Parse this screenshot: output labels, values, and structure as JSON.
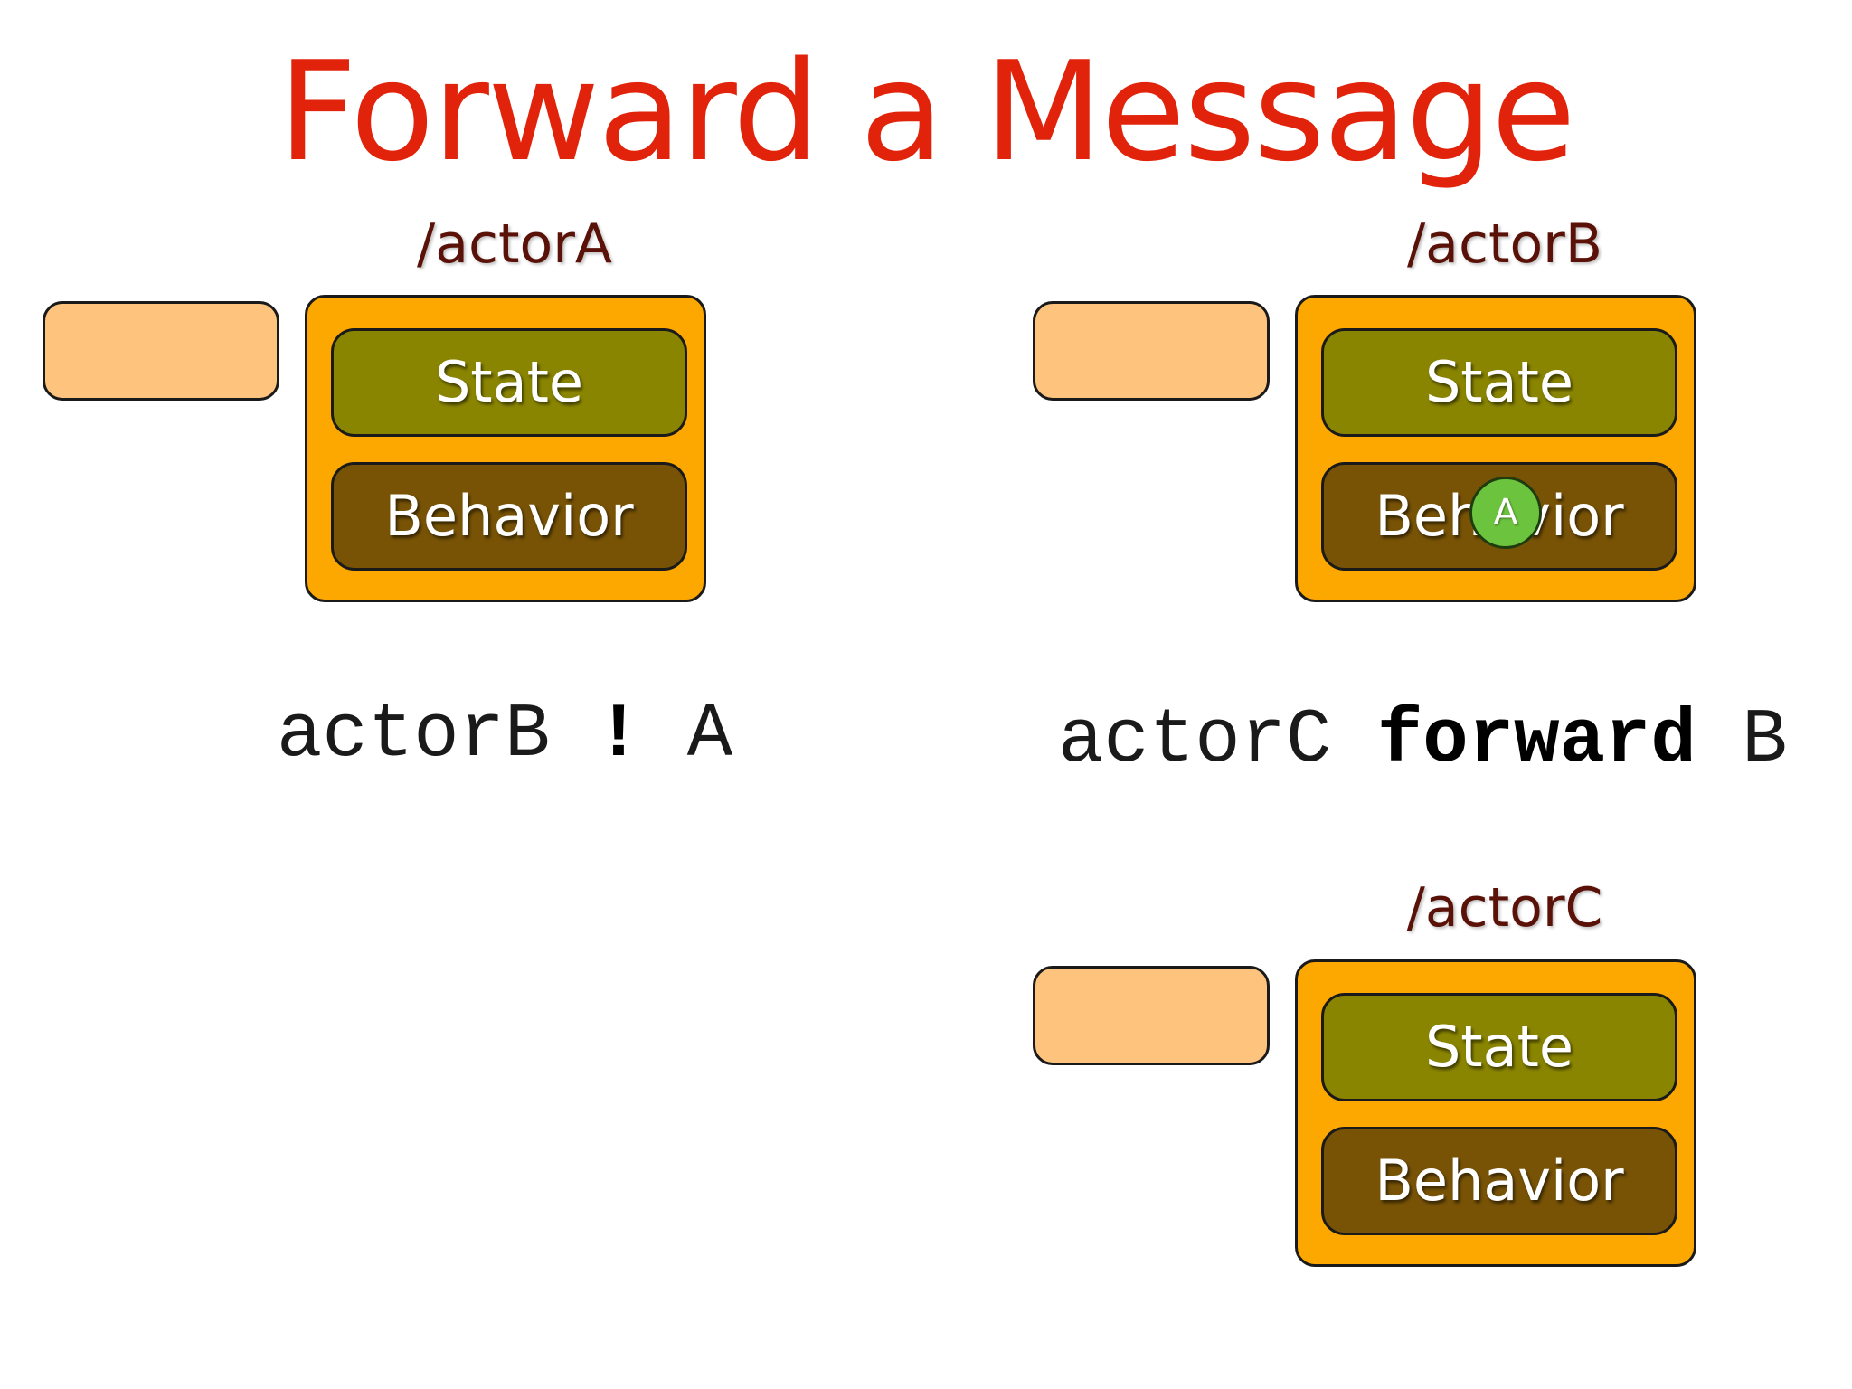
{
  "slide": {
    "title": "Forward a Message",
    "state_label": "State",
    "behavior_label": "Behavior"
  },
  "actors": [
    {
      "label": "/actorA"
    },
    {
      "label": "/actorB",
      "message": "A"
    },
    {
      "label": "/actorC"
    }
  ],
  "code": {
    "tell": {
      "receiver": "actorB",
      "operator": "!",
      "message": "A"
    },
    "forward": {
      "receiver": "actorC",
      "operator": "forward",
      "message": "B"
    }
  },
  "colors": {
    "title": "#e2230b",
    "actor_label": "#5a1208",
    "actor_box": "#fca800",
    "mailbox": "#fec47e",
    "state": "#8a8500",
    "behavior": "#785306",
    "message": "#6cc43e"
  }
}
